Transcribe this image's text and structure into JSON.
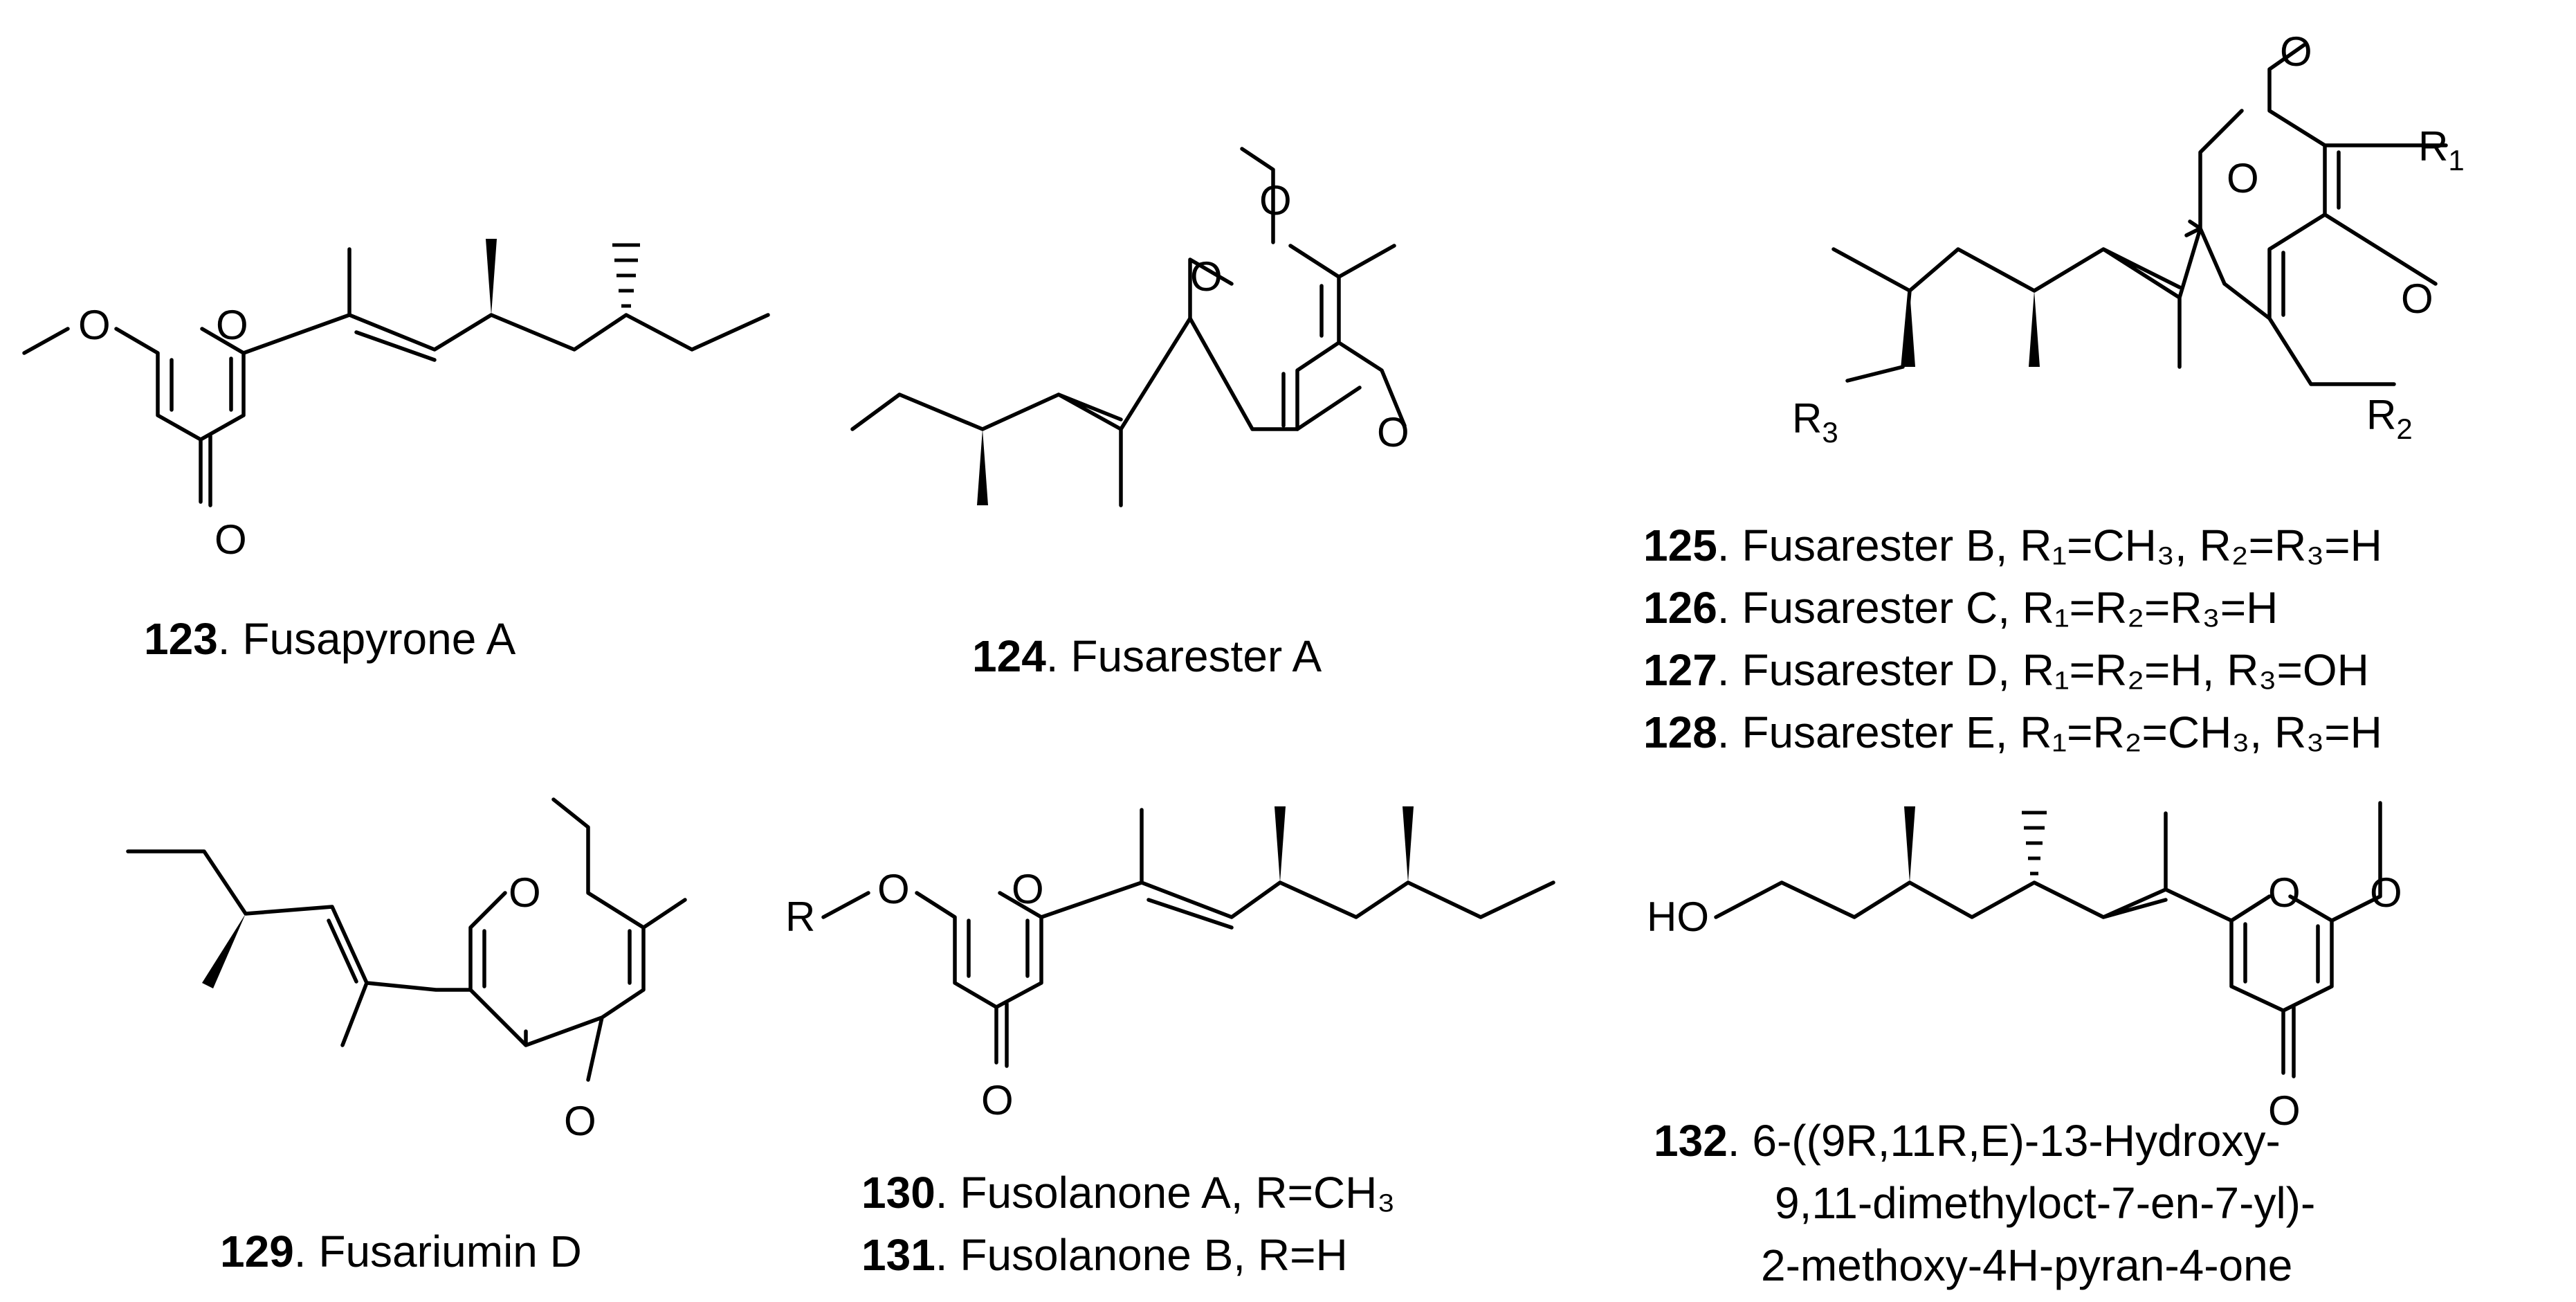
{
  "atoms": {
    "O": "O",
    "HO": "HO",
    "R": "R",
    "R1": "R",
    "R2": "R",
    "R3": "R",
    "one": "1",
    "two": "2",
    "three": "3"
  },
  "compounds": [
    {
      "num": "123",
      "name": ". Fusapyrone A"
    },
    {
      "num": "124",
      "name": ". Fusarester A"
    },
    {
      "num": "125",
      "name": ". Fusarester B, R₁=CH₃, R₂=R₃=H"
    },
    {
      "num": "126",
      "name": ". Fusarester C, R₁=R₂=R₃=H"
    },
    {
      "num": "127",
      "name": ". Fusarester D, R₁=R₂=H, R₃=OH"
    },
    {
      "num": "128",
      "name": ". Fusarester E, R₁=R₂=CH₃, R₃=H"
    },
    {
      "num": "129",
      "name": ". Fusariumin D"
    },
    {
      "num": "130",
      "name": ". Fusolanone A, R=CH₃"
    },
    {
      "num": "131",
      "name": ". Fusolanone B, R=H"
    },
    {
      "num": "132",
      "name": ". 6-((9R,11R,E)-13-Hydroxy-",
      "line2": "9,11-dimethyloct-7-en-7-yl)-",
      "line3": "2-methoxy-4H-pyran-4-one"
    }
  ]
}
